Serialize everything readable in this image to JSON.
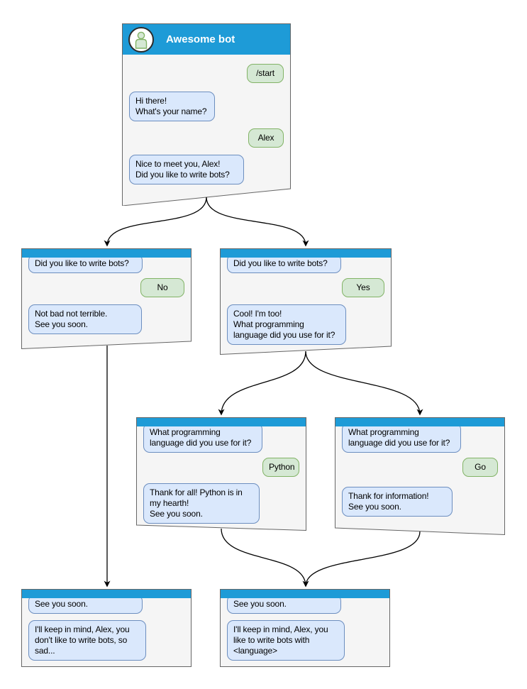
{
  "diagram": {
    "type": "chatbot-conversation-flowchart",
    "colors": {
      "header_blue": "#1e9bd7",
      "window_bg": "#f5f5f5",
      "window_border": "#666666",
      "bot_bubble_bg": "#dae8fc",
      "bot_bubble_border": "#6c8ebf",
      "user_bubble_bg": "#d5e8d4",
      "user_bubble_border": "#82b366",
      "edge_color": "#000000"
    }
  },
  "chat": {
    "main": {
      "title": "Awesome bot",
      "m0": "/start",
      "m1": "Hi there!\nWhat's your name?",
      "m2": "Alex",
      "m3": "Nice to meet you, Alex!\nDid you like to write bots?"
    },
    "no_branch": {
      "m0": "Did you like to write bots?",
      "m1": "No",
      "m2": "Not bad not terrible.\nSee you soon."
    },
    "yes_branch": {
      "m0": "Did you like to write bots?",
      "m1": "Yes",
      "m2": "Cool! I'm too!\nWhat programming\nlanguage did you use for it?"
    },
    "python_branch": {
      "m0": "What programming\nlanguage did you use for it?",
      "m1": "Python",
      "m2": "Thank for all! Python is in\nmy hearth!\nSee you soon."
    },
    "go_branch": {
      "m0": "What programming\nlanguage did you use for it?",
      "m1": "Go",
      "m2": "Thank for information!\nSee you soon."
    },
    "end_no": {
      "m0": "See you soon.",
      "m1": "I'll keep in mind, Alex, you\ndon't like to write bots, so\nsad..."
    },
    "end_yes": {
      "m0": "See you soon.",
      "m1": "I'll keep in mind, Alex, you\nlike to write bots with\n<language>"
    }
  }
}
